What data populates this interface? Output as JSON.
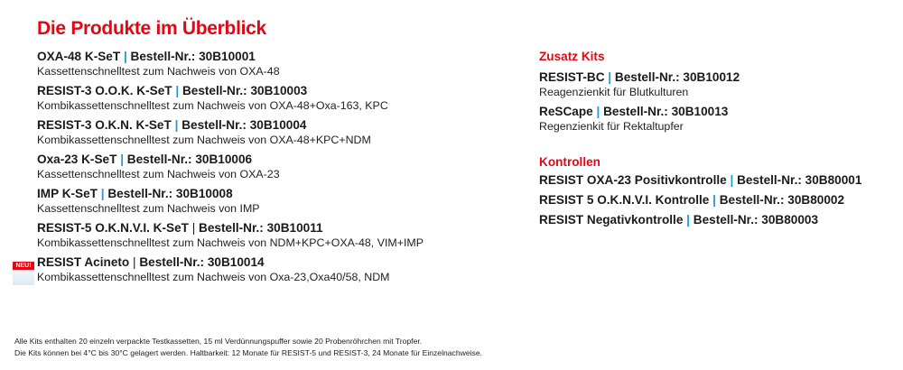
{
  "title": "Die Produkte im Überblick",
  "products": [
    {
      "name": "OXA-48 K-SeT",
      "sep": "|",
      "order": "Bestell-Nr.: 30B10001",
      "desc": "Kassettenschnelltest zum Nachweis von OXA-48"
    },
    {
      "name": "RESIST-3 O.O.K. K-SeT",
      "sep": "|",
      "order": "Bestell-Nr.: 30B10003",
      "desc": "Kombikassettenschnelltest zum Nachweis von OXA-48+Oxa-163, KPC"
    },
    {
      "name": "RESIST-3 O.K.N. K-SeT",
      "sep": "|",
      "order": "Bestell-Nr.: 30B10004",
      "desc": "Kombikassettenschnelltest zum Nachweis von OXA-48+KPC+NDM"
    },
    {
      "name": "Oxa-23 K-SeT",
      "sep": "|",
      "order": "Bestell-Nr.: 30B10006",
      "desc": "Kassettenschnelltest zum Nachweis von OXA-23"
    },
    {
      "name": "IMP K-SeT",
      "sep": "|",
      "order": "Bestell-Nr.: 30B10008",
      "desc": "Kassettenschnelltest zum Nachweis von IMP"
    },
    {
      "name": "RESIST-5 O.K.N.V.I. K-SeT",
      "sep": "|",
      "order": "Bestell-Nr.: 30B10011",
      "desc": "Kombikassettenschnelltest zum Nachweis von NDM+KPC+OXA-48, VIM+IMP"
    },
    {
      "name": "RESIST Acineto",
      "sep": "|",
      "order": "Bestell-Nr.: 30B10014",
      "desc": "Kombikassettenschnelltest zum Nachweis von Oxa-23,Oxa40/58, NDM",
      "badge": "NEU!"
    }
  ],
  "zusatz": {
    "heading": "Zusatz Kits",
    "items": [
      {
        "name": "RESIST-BC",
        "sep": "|",
        "order": "Bestell-Nr.: 30B10012",
        "desc": "Reagenzienkit für Blutkulturen"
      },
      {
        "name": "ReSCape",
        "sep": "|",
        "order": "Bestell-Nr.: 30B10013",
        "desc": "Regenzienkit für Rektaltupfer"
      }
    ]
  },
  "kontrollen": {
    "heading": "Kontrollen",
    "items": [
      {
        "name": "RESIST OXA-23 Positivkontrolle",
        "sep": "|",
        "order": "Bestell-Nr.: 30B80001"
      },
      {
        "name": "RESIST 5 O.K.N.V.I. Kontrolle",
        "sep": "|",
        "order": "Bestell-Nr.: 30B80002"
      },
      {
        "name": "RESIST Negativkontrolle",
        "sep": "|",
        "order": "Bestell-Nr.: 30B80003"
      }
    ]
  },
  "footer": [
    "Alle Kits enthalten 20 einzeln verpackte Testkassetten, 15 ml Verdünnungspuffer sowie 20 Probenröhrchen mit Tropfer.",
    "Die Kits können bei 4°C bis 30°C gelagert werden. Haltbarkeit: 12 Monate für RESIST-5 und RESIST-3, 24 Monate für Einzelnachweise."
  ],
  "colors": {
    "accent_red": "#e30613",
    "separator_blue": "#1b9ad6"
  }
}
